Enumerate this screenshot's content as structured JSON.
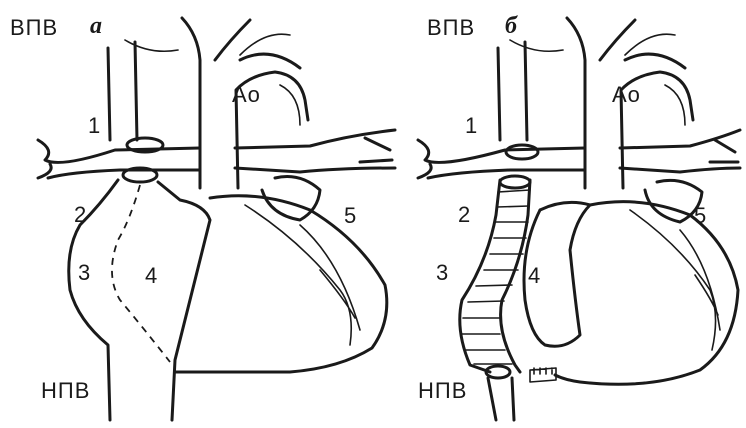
{
  "panel_a": {
    "letter": "а",
    "svc": "ВПВ",
    "ivc": "НПВ",
    "aorta": "Ао",
    "numbers": [
      "1",
      "2",
      "3",
      "4",
      "5"
    ]
  },
  "panel_b": {
    "letter": "б",
    "svc": "ВПВ",
    "ivc": "НПВ",
    "aorta": "Ао",
    "numbers": [
      "1",
      "2",
      "3",
      "4",
      "5"
    ]
  }
}
